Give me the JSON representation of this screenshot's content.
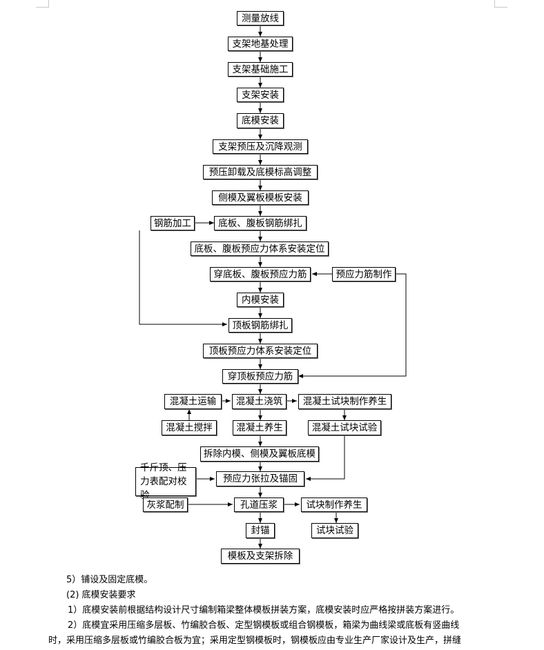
{
  "flowchart": {
    "steps": {
      "measure": "测量放线",
      "foundation_treat": "支架地基处理",
      "foundation_build": "支架基础施工",
      "support_install": "支架安装",
      "bottom_mold": "底模安装",
      "preload": "支架预压及沉降观测",
      "unload": "预压卸载及底模标高调整",
      "side_mold": "侧模及翼板模板安装",
      "rebar_process": "钢筋加工",
      "bottom_web_rebar": "底板、腹板钢筋绑扎",
      "bottom_web_prestress_pos": "底板、腹板预应力体系安装定位",
      "thread_bottom_web": "穿底板、腹板预应力筋",
      "tendon_make": "预应力筋制作",
      "inner_mold": "内模安装",
      "top_rebar": "顶板钢筋绑扎",
      "top_prestress_pos": "顶板预应力体系安装定位",
      "thread_top": "穿顶板预应力筋",
      "concrete_transport": "混凝土运输",
      "concrete_pour": "混凝土浇筑",
      "specimen_make": "混凝土试块制作养生",
      "concrete_mix": "混凝土搅拌",
      "concrete_cure": "混凝土养生",
      "specimen_test": "混凝土试块试验",
      "remove_molds": "拆除内模、侧模及翼板底模",
      "jack_calib": "千斤顶、压力表配对校验",
      "tension_anchor": "预应力张拉及锚固",
      "grout_mix": "灰浆配制",
      "duct_grout": "孔道压浆",
      "block_make": "试块制作养生",
      "seal_anchor": "封锚",
      "block_test": "试块试验",
      "formwork_remove": "模板及支架拆除"
    }
  },
  "body_text": {
    "line1": "5）铺设及固定底模。",
    "line2": "(2) 底模安装要求",
    "line3": "1）底模安装前根据结构设计尺寸编制箱梁整体模板拼装方案，底模安装时应严格按拼装方案进行。",
    "line4": "2）底模宜采用压缩多层板、竹编胶合板、定型钢模板或组合钢模板，箱梁为曲线梁或底板有竖曲线",
    "line5": "时，采用压缩多层板或竹编胶合板为宜；采用定型钢模板时，钢模板应由专业生产厂家设计及生产，拼缝"
  }
}
